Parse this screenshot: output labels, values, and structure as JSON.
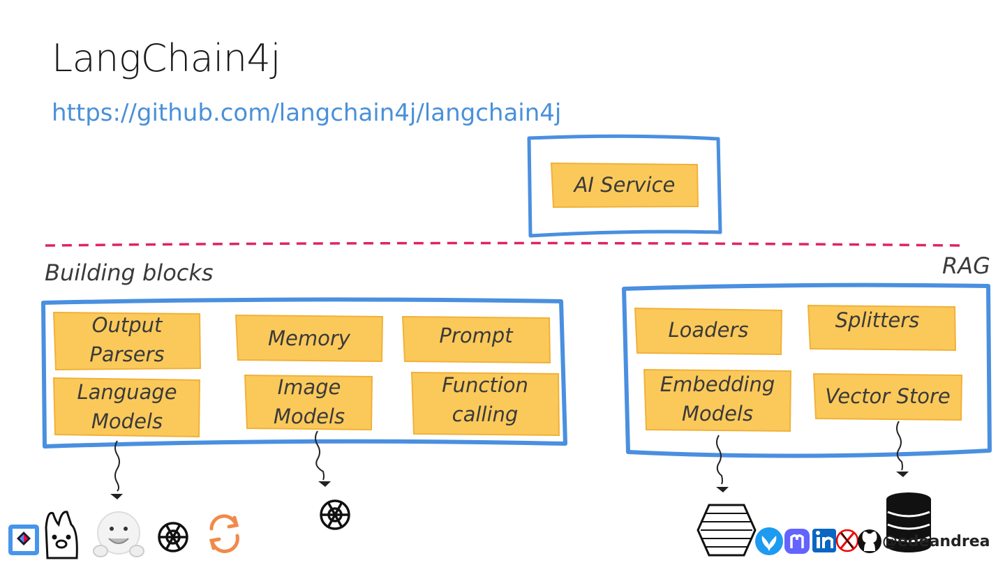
{
  "slide": {
    "title": "LangChain4j",
    "url": "https://github.com/langchain4j/langchain4j"
  },
  "top": {
    "ai_service": "AI Service"
  },
  "sections": {
    "building_blocks": "Building blocks",
    "rag": "RAG"
  },
  "building_blocks": {
    "output_parsers": [
      "Output",
      "Parsers"
    ],
    "memory": "Memory",
    "prompt": "Prompt",
    "language_models": [
      "Language",
      "Models"
    ],
    "image_models": [
      "Image",
      "Models"
    ],
    "function_calling": [
      "Function",
      "calling"
    ]
  },
  "rag": {
    "loaders": "Loaders",
    "splitters": "Splitters",
    "embedding_models": [
      "Embedding",
      "Models"
    ],
    "vector_store": "Vector Store"
  },
  "footer": {
    "handle": "@edeandrea",
    "icons": [
      "quarkus-icon",
      "llama-icon",
      "hugging-face-icon",
      "openai-icon",
      "refresh-icon",
      "openai-icon",
      "binary-data-icon",
      "database-icon",
      "bluesky-icon",
      "mastodon-icon",
      "linkedin-icon",
      "x-icon",
      "github-icon"
    ]
  },
  "colors": {
    "box_fill": "#fbc95a",
    "box_stroke": "#f0b13a",
    "frame": "#4a8fe0",
    "divider": "#e0245e",
    "url": "#4a90d9"
  }
}
